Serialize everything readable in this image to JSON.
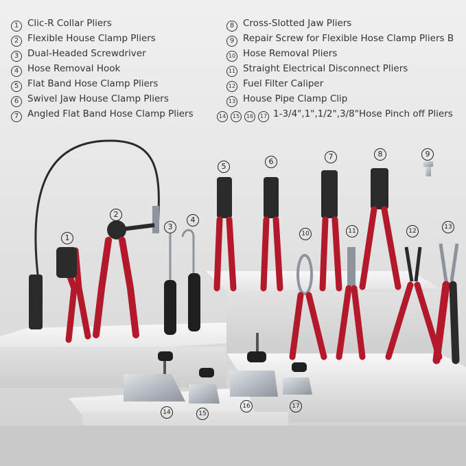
{
  "legend": {
    "left": [
      {
        "num": "1",
        "label": "Clic-R Collar Pliers"
      },
      {
        "num": "2",
        "label": "Flexible House Clamp Pliers"
      },
      {
        "num": "3",
        "label": "Dual-Headed Screwdriver"
      },
      {
        "num": "4",
        "label": "Hose Removal Hook"
      },
      {
        "num": "5",
        "label": "Flat Band Hose Clamp Pliers"
      },
      {
        "num": "6",
        "label": "Swivel Jaw House Clamp Pliers"
      },
      {
        "num": "7",
        "label": "Angled Flat Band Hose Clamp Pliers"
      }
    ],
    "right": [
      {
        "num": "8",
        "label": "Cross-Slotted Jaw Pliers"
      },
      {
        "num": "9",
        "label": "Repair Screw for Flexible Hose Clamp Pliers B"
      },
      {
        "num": "10",
        "label": "Hose Removal Pliers"
      },
      {
        "num": "11",
        "label": "Straight Electrical Disconnect Pliers"
      },
      {
        "num": "12",
        "label": "Fuel Filter Caliper"
      },
      {
        "num": "13",
        "label": "House Pipe Clamp Clip"
      }
    ],
    "last_nums": [
      "14",
      "15",
      "16",
      "17"
    ],
    "last_label": "1-3/4\",1\",1/2\",3/8\"Hose Pinch off Pliers"
  },
  "tags": [
    "1",
    "2",
    "3",
    "4",
    "5",
    "6",
    "7",
    "8",
    "9",
    "10",
    "11",
    "12",
    "13",
    "14",
    "15",
    "16",
    "17"
  ],
  "colors": {
    "handle_red": "#b3192b",
    "metal": "#9a9ea3",
    "dark": "#2a2a2a",
    "step": "#f3f3f3"
  }
}
